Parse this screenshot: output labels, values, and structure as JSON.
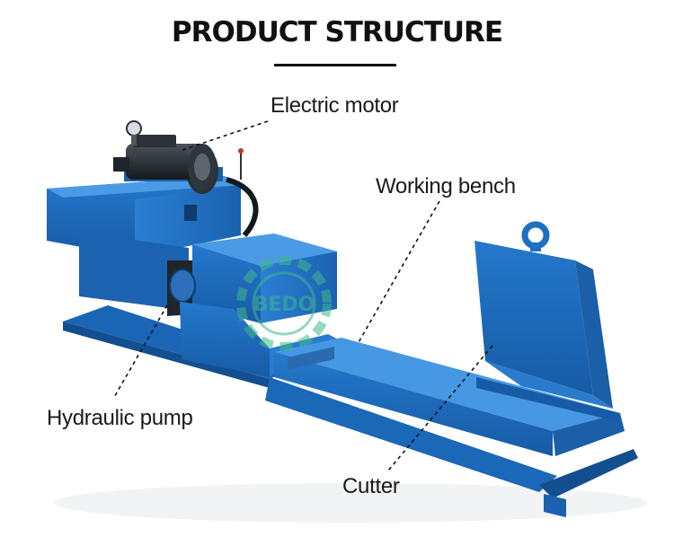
{
  "title": "PRODUCT STRUCTURE",
  "labels": {
    "electric_motor": "Electric motor",
    "working_bench": "Working bench",
    "hydraulic_pump": "Hydraulic pump",
    "cutter": "Cutter"
  },
  "watermark": "BEDO",
  "colors": {
    "machine_blue": "#1f6fc4",
    "machine_shadow": "#15508f",
    "motor_black": "#1e2328",
    "watermark_green": "#3fb98b"
  }
}
